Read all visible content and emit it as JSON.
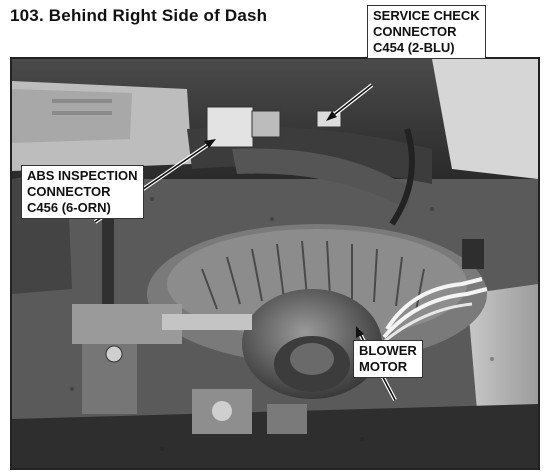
{
  "page": {
    "title": "103. Behind Right Side of Dash"
  },
  "callouts": {
    "service_check": {
      "line1": "SERVICE CHECK",
      "line2": "CONNECTOR",
      "line3": "C454 (2-BLU)"
    },
    "abs_inspection": {
      "line1": "ABS INSPECTION",
      "line2": "CONNECTOR",
      "line3": "C456 (6-ORN)"
    },
    "blower_motor": {
      "line1": "BLOWER",
      "line2": "MOTOR"
    }
  }
}
